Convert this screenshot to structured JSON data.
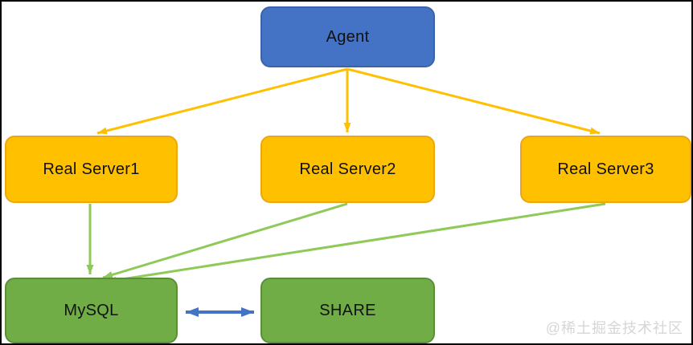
{
  "colors": {
    "background": "#FFFFFF",
    "frame": "#000000",
    "node_blue": "#4472C4",
    "node_blue_border": "#3C63A8",
    "node_gold": "#FFC000",
    "node_gold_border": "#EBA612",
    "node_green": "#70AD47",
    "node_green_border": "#5A8E39",
    "arrow_gold": "#FFC001",
    "arrow_green": "#8FC958",
    "arrow_blue": "#4472C4",
    "text": "#111111",
    "watermark": "#D6D6D6"
  },
  "nodes": {
    "agent": {
      "label": "Agent"
    },
    "real_server1": {
      "label": "Real Server1"
    },
    "real_server2": {
      "label": "Real Server2"
    },
    "real_server3": {
      "label": "Real Server3"
    },
    "mysql": {
      "label": "MySQL"
    },
    "share": {
      "label": "SHARE"
    }
  },
  "edges": [
    {
      "from": "agent",
      "to": "real_server1",
      "color": "#FFC001",
      "direction": "one-way"
    },
    {
      "from": "agent",
      "to": "real_server2",
      "color": "#FFC001",
      "direction": "one-way"
    },
    {
      "from": "agent",
      "to": "real_server3",
      "color": "#FFC001",
      "direction": "one-way"
    },
    {
      "from": "real_server1",
      "to": "mysql",
      "color": "#8FC958",
      "direction": "one-way"
    },
    {
      "from": "real_server2",
      "to": "mysql",
      "color": "#8FC958",
      "direction": "one-way"
    },
    {
      "from": "real_server3",
      "to": "mysql",
      "color": "#8FC958",
      "direction": "one-way"
    },
    {
      "from": "mysql",
      "to": "share",
      "color": "#4472C4",
      "direction": "two-way"
    }
  ],
  "watermark": {
    "text": "@稀土掘金技术社区"
  }
}
